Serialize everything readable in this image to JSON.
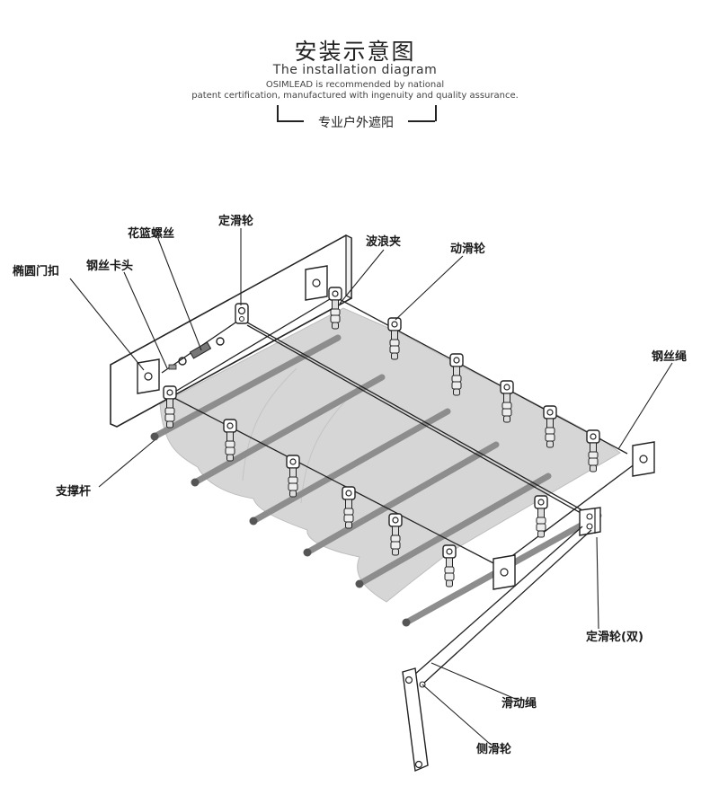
{
  "header": {
    "title_cn": "安装示意图",
    "title_en": "The installation diagram",
    "subtitle_line1": "OSIMLEAD is recommended by national",
    "subtitle_line2": "patent certification, manufactured with ingenuity and quality assurance.",
    "tag": "专业户外遮阳"
  },
  "labels": {
    "oval_hook": "椭圆门扣",
    "wire_clamp": "钢丝卡头",
    "turnbuckle": "花篮螺丝",
    "fixed_pulley": "定滑轮",
    "wave_clip": "波浪夹",
    "moving_pulley": "动滑轮",
    "wire_rope": "钢丝绳",
    "support_rod": "支撑杆",
    "fixed_pulley_double": "定滑轮(双)",
    "sliding_rope": "滑动绳",
    "side_pulley": "侧滑轮"
  }
}
